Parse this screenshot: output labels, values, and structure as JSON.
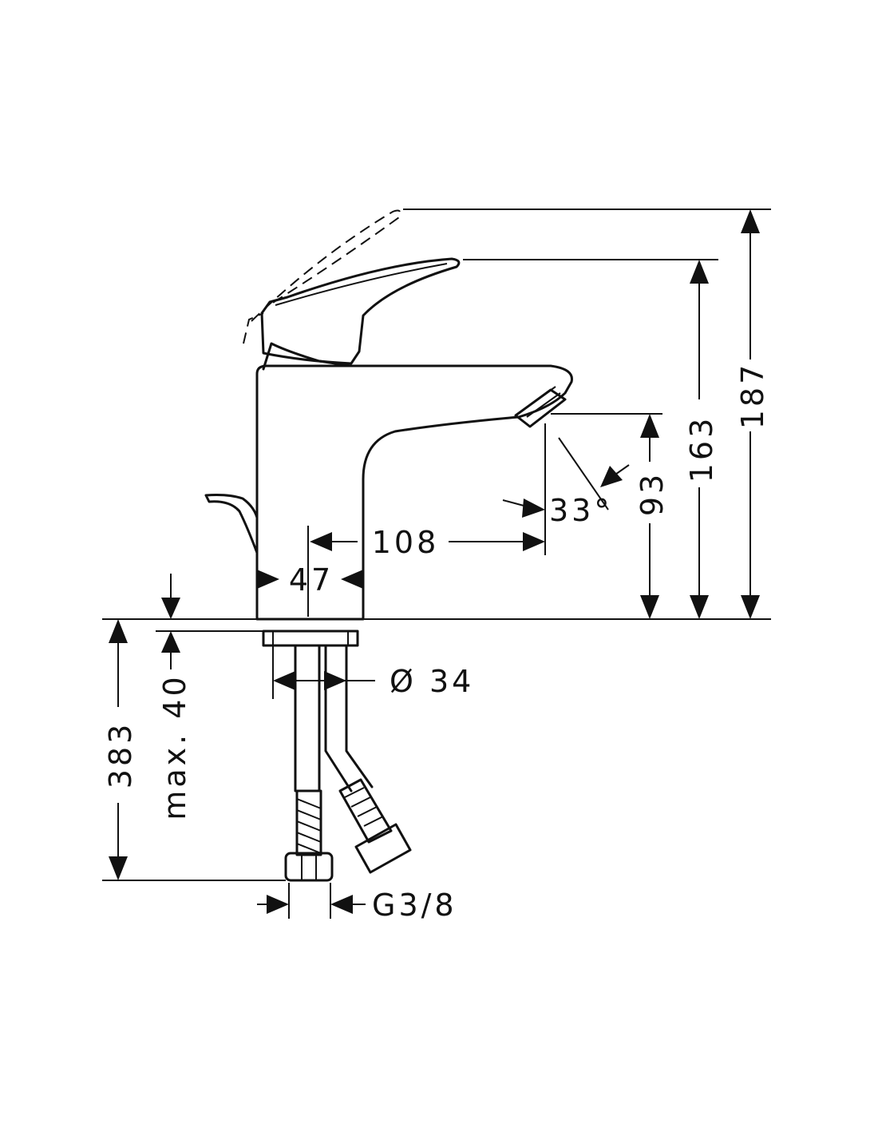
{
  "colors": {
    "line": "#111111",
    "background": "#ffffff"
  },
  "dimensions": {
    "height_total": "187",
    "height_lever": "163",
    "height_spout": "93",
    "spout_reach": "108",
    "body_width": "47",
    "spout_angle": "33°",
    "hole_diameter": "Ø 34",
    "max_thickness": "max. 40",
    "hose_length": "383",
    "thread": "G3/8"
  }
}
